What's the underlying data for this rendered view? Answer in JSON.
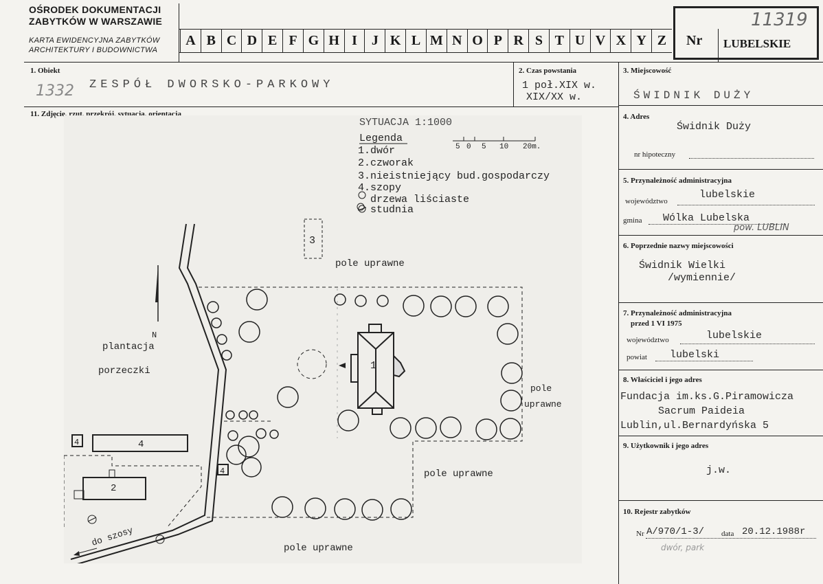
{
  "header": {
    "institution_line1": "OŚRODEK DOKUMENTACJI",
    "institution_line2": "ZABYTKÓW W WARSZAWIE",
    "card_line1": "KARTA EWIDENCYJNA ZABYTKÓW",
    "card_line2": "ARCHITEKTURY I BUDOWNICTWA",
    "letters": [
      "A",
      "B",
      "C",
      "D",
      "E",
      "F",
      "G",
      "H",
      "I",
      "J",
      "K",
      "L",
      "M",
      "N",
      "O",
      "P",
      "R",
      "S",
      "T",
      "U",
      "V",
      "X",
      "Y",
      "Z"
    ],
    "nr_label": "Nr",
    "nr_value": "11319",
    "region": "LUBELSKIE"
  },
  "fields": {
    "obiekt_label": "1. Obiekt",
    "obiekt_value": "ZESPÓŁ DWORSKO-PARKOWY",
    "obiekt_handwritten": "1332",
    "czas_label": "2. Czas powstania",
    "czas_value1": "1 poł.XIX w.",
    "czas_value2": "XIX/XX w.",
    "miejscowosc_label": "3. Miejscowość",
    "miejscowosc_value": "ŚWIDNIK DUŻY",
    "zdjecie_label": "11. Zdjęcie, rzut, przekrój, sytuacja, orientacja",
    "adres_label": "4. Adres",
    "adres_value": "Świdnik Duży",
    "hipoteczny_label": "nr hipoteczny",
    "przynaleznosc_label": "5. Przynależność administracyjna",
    "wojewodztwo_label": "województwo",
    "wojewodztwo_value": "lubelskie",
    "gmina_label": "gmina",
    "gmina_value": "Wólka Lubelska",
    "gmina_note": "pow. LUBLIN",
    "poprzednie_label": "6. Poprzednie nazwy miejscowości",
    "poprzednie_value1": "Świdnik Wielki",
    "poprzednie_value2": "/wymiennie/",
    "przed_label": "7. Przynależność administracyjna",
    "przed_date": "przed 1 VI 1975",
    "przed_woj_label": "województwo",
    "przed_woj_value": "lubelskie",
    "powiat_label": "powiat",
    "powiat_value": "lubelski",
    "wlasciciel_label": "8. Właściciel i jego adres",
    "wlasciciel_value1": "Fundacja im.ks.G.Piramowicza",
    "wlasciciel_value2": "Sacrum Paideia",
    "wlasciciel_value3": "Lublin,ul.Bernardyńska 5",
    "uzytkownik_label": "9. Użytkownik i jego adres",
    "uzytkownik_value": "j.w.",
    "rejestr_label": "10. Rejestr zabytków",
    "rejestr_nr_label": "Nr",
    "rejestr_nr_value": "A/970/1-3/",
    "rejestr_data_label": "data",
    "rejestr_data_value": "20.12.1988r",
    "rejestr_note": "dwór, park"
  },
  "map": {
    "title": "SYTUACJA 1:1000",
    "legend_title": "Legenda",
    "legend_items": [
      "1.dwór",
      "2.czworak",
      "3.nieistniejący bud.gospodarczy",
      "4.szopy",
      "drzewa liściaste",
      "studnia"
    ],
    "scale_labels": [
      "5",
      "0",
      "5",
      "10",
      "20m."
    ],
    "north": "N",
    "labels": {
      "pole_top": "pole uprawne",
      "pole_right1": "pole",
      "pole_right2": "uprawne",
      "pole_center": "pole uprawne",
      "pole_bottom": "pole uprawne",
      "plantacja1": "plantacja",
      "plantacja2": "porzeczki",
      "do_szosy": "do szosy",
      "b1": "1",
      "b2": "2",
      "b3": "3",
      "b4a": "4",
      "b4b": "4",
      "b4c": "4"
    }
  }
}
